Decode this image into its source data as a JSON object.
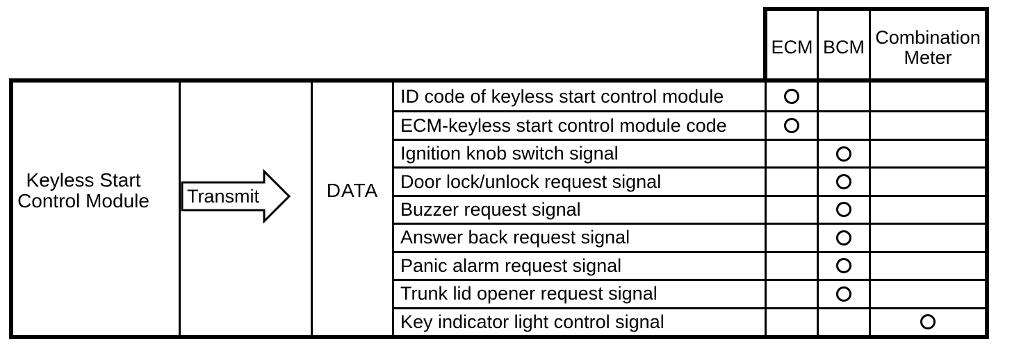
{
  "colors": {
    "border": "#000000",
    "background": "#ffffff",
    "text": "#000000"
  },
  "diagram": {
    "source_module": {
      "line1": "Keyless Start",
      "line2": "Control Module"
    },
    "action_label": "Transmit",
    "payload_label": "DATA"
  },
  "table": {
    "columns": [
      {
        "key": "ecm",
        "label": "ECM"
      },
      {
        "key": "bcm",
        "label": "BCM"
      },
      {
        "key": "meter",
        "label": "Combination Meter"
      }
    ],
    "mark_symbol": "circle",
    "rows": [
      {
        "label": "ID code of keyless start control module",
        "target": "ecm"
      },
      {
        "label": "ECM-keyless start control module code",
        "target": "ecm"
      },
      {
        "label": "Ignition knob switch signal",
        "target": "bcm"
      },
      {
        "label": "Door lock/unlock request signal",
        "target": "bcm"
      },
      {
        "label": "Buzzer request signal",
        "target": "bcm"
      },
      {
        "label": "Answer back request signal",
        "target": "bcm"
      },
      {
        "label": "Panic alarm request signal",
        "target": "bcm"
      },
      {
        "label": "Trunk lid opener request signal",
        "target": "bcm"
      },
      {
        "label": "Key indicator light control signal",
        "target": "meter"
      }
    ]
  }
}
